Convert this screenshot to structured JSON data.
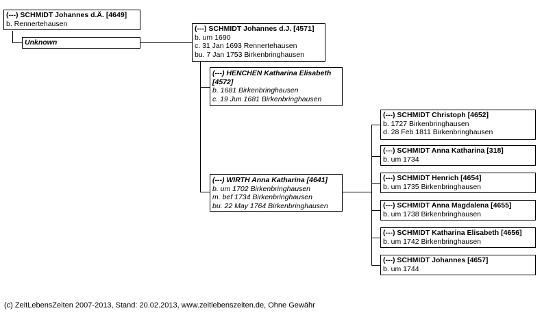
{
  "persons": {
    "father": {
      "name": "(---) SCHMIDT Johannes d.Ä. [4649]",
      "lines": [
        "b.  Rennertehausen"
      ]
    },
    "mother": {
      "name": "Unknown",
      "lines": []
    },
    "subject": {
      "name": "(---) SCHMIDT Johannes d.J. [4571]",
      "lines": [
        "b. um 1690",
        "c. 31 Jan 1693 Rennertehausen",
        "bu. 7 Jan 1753 Birkenbringhausen"
      ]
    },
    "spouse1": {
      "name": "(---) HENCHEN Katharina Elisabeth [4572]",
      "lines": [
        "b. 1681 Birkenbringhausen",
        "c. 19 Jun 1681 Birkenbringhausen"
      ]
    },
    "spouse2": {
      "name": "(---) WIRTH Anna Katharina [4641]",
      "lines": [
        "b. um 1702 Birkenbringhausen",
        "m. bef 1734 Birkenbringhausen",
        "bu. 22 May 1764 Birkenbringhausen"
      ]
    }
  },
  "children": [
    {
      "name": "(---) SCHMIDT Christoph [4652]",
      "lines": [
        "b. 1727 Birkenbringhausen",
        "d. 28 Feb 1811 Birkenbringhausen"
      ]
    },
    {
      "name": "(---) SCHMIDT Anna Katharina [318]",
      "lines": [
        "b. um 1734"
      ]
    },
    {
      "name": "(---) SCHMIDT Henrich [4654]",
      "lines": [
        "b. um 1735 Birkenbringhausen"
      ]
    },
    {
      "name": "(---) SCHMIDT Anna Magdalena [4655]",
      "lines": [
        "b. um 1738 Birkenbringhausen"
      ]
    },
    {
      "name": "(---) SCHMIDT Katharina Elisabeth [4656]",
      "lines": [
        "b. um 1742 Birkenbringhausen"
      ]
    },
    {
      "name": "(---) SCHMIDT Johannes [4657]",
      "lines": [
        "b. um 1744"
      ]
    }
  ],
  "footer": "(c) ZeitLebensZeiten 2007-2013, Stand: 20.02.2013, www.zeitlebenszeiten.de, Ohne Gewähr"
}
